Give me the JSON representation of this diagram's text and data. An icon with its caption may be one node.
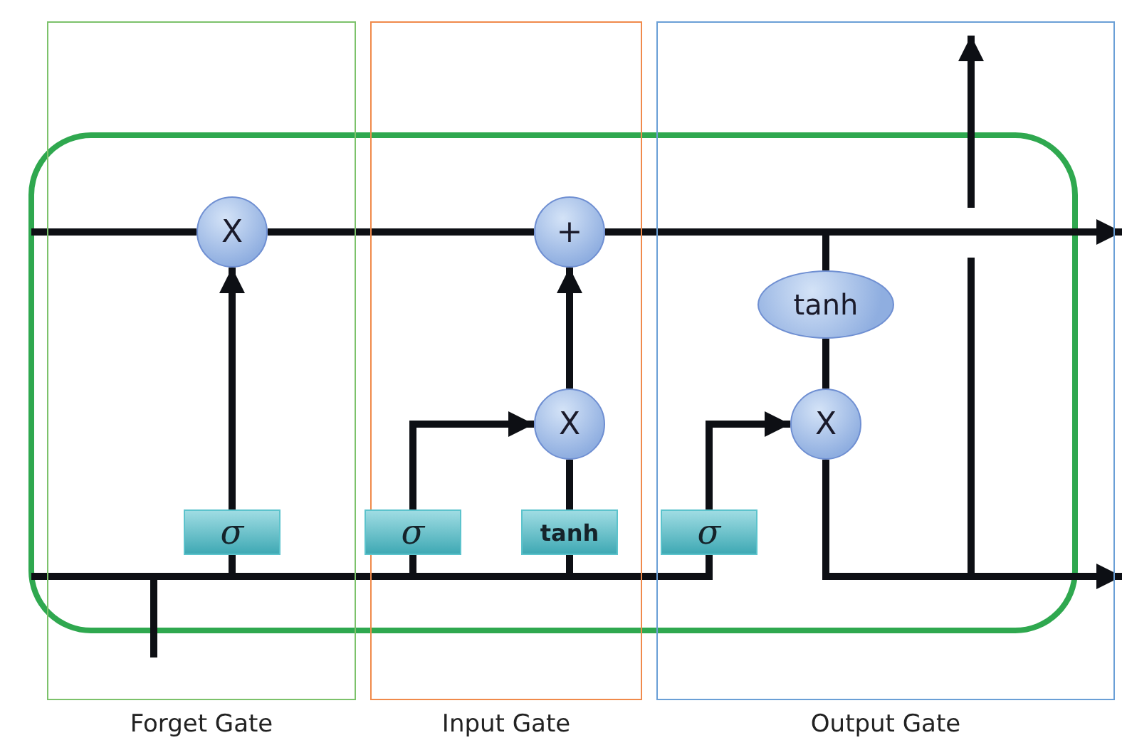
{
  "diagram": {
    "nodes": [
      {
        "text": [
          "X"
        ]
      },
      {
        "text": [
          "+"
        ]
      },
      {
        "text": [
          "X"
        ]
      },
      {
        "text": [
          "tanh"
        ]
      },
      {
        "text": [
          "X"
        ]
      },
      {
        "text": [
          "σ"
        ]
      },
      {
        "text": [
          "σ"
        ]
      },
      {
        "text": [
          "tanh"
        ]
      },
      {
        "text": [
          "σ"
        ]
      }
    ],
    "edges": [
      {
        "from": null,
        "to": 0,
        "arrow": "none"
      },
      {
        "from": 0,
        "to": 1,
        "arrow": "none"
      },
      {
        "from": 1,
        "to": null,
        "arrow": "to"
      },
      {
        "from": 1,
        "to": 3,
        "arrow": "none"
      },
      {
        "from": 3,
        "to": 4,
        "arrow": "none"
      },
      {
        "from": 5,
        "to": 0,
        "arrow": "to"
      },
      {
        "from": 6,
        "to": 2,
        "arrow": "to"
      },
      {
        "from": 7,
        "to": 2,
        "arrow": "none"
      },
      {
        "from": 2,
        "to": 1,
        "arrow": "to"
      },
      {
        "from": 8,
        "to": 4,
        "arrow": "to"
      },
      {
        "from": 4,
        "to": null,
        "arrow": "to"
      },
      {
        "from": 4,
        "to": null,
        "arrow": "to"
      },
      {
        "from": null,
        "to": 5,
        "arrow": "none"
      },
      {
        "from": null,
        "to": 6,
        "arrow": "none"
      },
      {
        "from": null,
        "to": 7,
        "arrow": "none"
      },
      {
        "from": null,
        "to": 8,
        "arrow": "none"
      }
    ],
    "labels": [
      "Forget Gate",
      "Input Gate",
      "Output Gate"
    ]
  }
}
